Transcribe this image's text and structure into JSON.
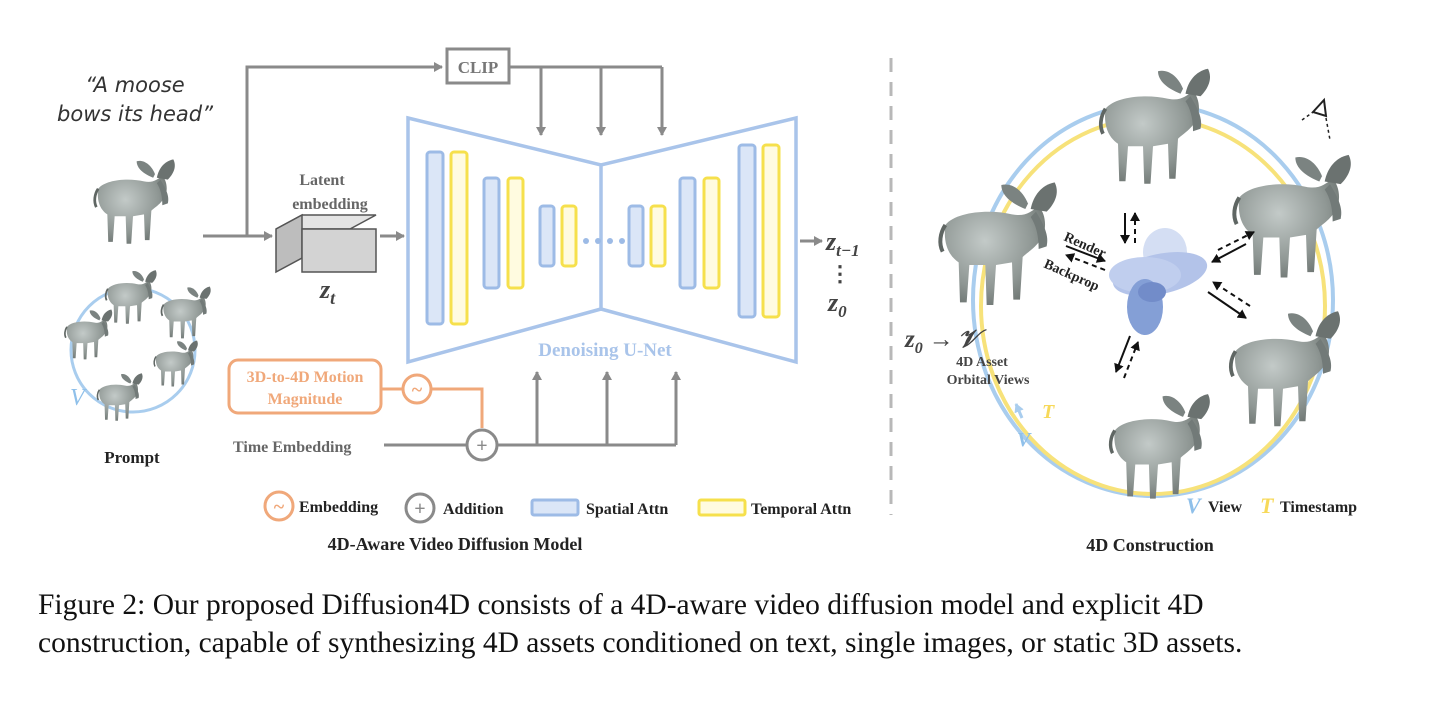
{
  "left_panel": {
    "prompt_quote_line1": "“A moose",
    "prompt_quote_line2": "bows its head”",
    "prompt_label": "Prompt",
    "clip_label": "CLIP",
    "latent_label_line1": "Latent",
    "latent_label_line2": "embedding",
    "zt_main": "z",
    "zt_sub": "t",
    "unet_label": "Denoising U-Net",
    "z_t_minus_1_main": "z",
    "z_t_minus_1_sub": "t−1",
    "vdots": "⋮",
    "z0_main": "z",
    "z0_sub": "0",
    "motion_label_line1": "3D-to-4D Motion",
    "motion_label_line2": "Magnitude",
    "time_embedding_label": "Time Embedding",
    "panel_title": "4D-Aware Video Diffusion Model",
    "v_symbol": "V",
    "legend": {
      "embedding_symbol": "~",
      "embedding": "Embedding",
      "addition_symbol": "+",
      "addition": "Addition",
      "spatial": "Spatial Attn",
      "temporal": "Temporal Attn"
    }
  },
  "right_panel": {
    "render_label": "Render",
    "backprop_label": "Backprop",
    "z0_main": "z",
    "z0_sub": "0",
    "arrow_to": "→",
    "v_script": "𝒱",
    "asset_label_line1": "4D Asset",
    "asset_label_line2": "Orbital Views",
    "t_symbol": "T",
    "v_symbol": "V",
    "legend_v_symbol": "V",
    "legend_view": "View",
    "legend_t_symbol": "T",
    "legend_timestamp": "Timestamp",
    "panel_title": "4D Construction"
  },
  "caption": {
    "line1": "Figure 2: Our proposed Diffusion4D consists of a 4D-aware video diffusion model and explicit 4D",
    "line2": "construction, capable of synthesizing 4D assets conditioned on text, single images, or static 3D assets."
  },
  "colors": {
    "arrow_gray": "#8a8a8a",
    "unet_blue": "#a9c4ea",
    "spatial_fill": "#dbe6f7",
    "spatial_stroke": "#9dbbe6",
    "temporal_fill": "#fffbe0",
    "temporal_stroke": "#f6e04c",
    "motion_orange": "#f0a87a",
    "orbit_blue": "#a9cdee",
    "orbit_yellow": "#f7e27a",
    "gaussian_blue": "#6f8fd0",
    "moose_body": "#8f9794",
    "moose_dark": "#5f6663"
  }
}
